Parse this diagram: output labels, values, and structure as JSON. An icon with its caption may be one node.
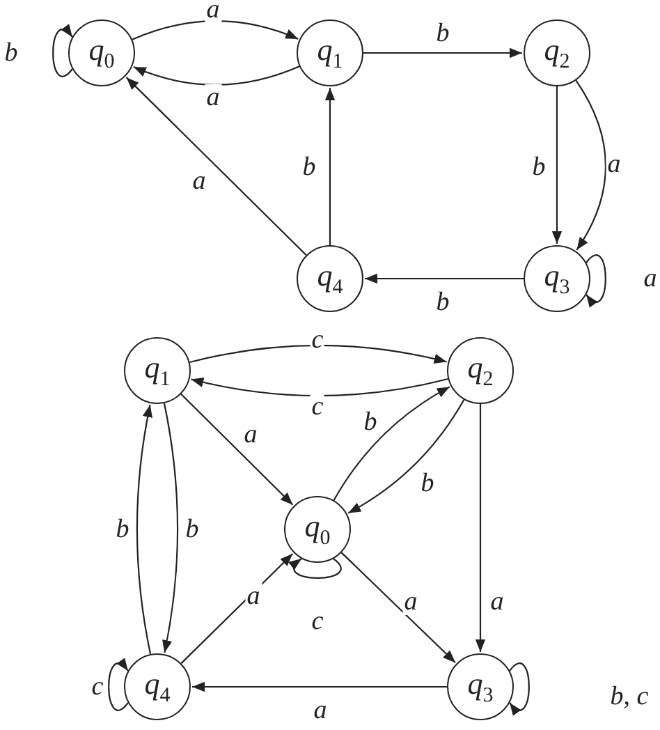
{
  "diagram": {
    "nodes": [
      {
        "text": [
          "q$_{0}$"
        ]
      },
      {
        "text": [
          "q$_{1}$"
        ]
      },
      {
        "text": [
          "q$_{2}$"
        ]
      },
      {
        "text": [
          "q$_{3}$"
        ]
      },
      {
        "text": [
          "q$_{4}$"
        ]
      },
      {
        "text": [
          "q$_{1}$"
        ]
      },
      {
        "text": [
          "q$_{2}$"
        ]
      },
      {
        "text": [
          "q$_{0}$"
        ]
      },
      {
        "text": [
          "q$_{4}$"
        ]
      },
      {
        "text": [
          "q$_{3}$"
        ]
      }
    ],
    "edges": [
      {
        "from": 0,
        "to": 0,
        "label": "b",
        "arrow": "to"
      },
      {
        "from": 0,
        "to": 1,
        "label": "a",
        "arrow": "to"
      },
      {
        "from": 1,
        "to": 0,
        "label": "a",
        "arrow": "to"
      },
      {
        "from": 1,
        "to": 2,
        "label": "b",
        "arrow": "to"
      },
      {
        "from": 2,
        "to": 3,
        "label": "b",
        "arrow": "to"
      },
      {
        "from": 2,
        "to": 3,
        "label": "a",
        "arrow": "to"
      },
      {
        "from": 3,
        "to": 3,
        "label": "a",
        "arrow": "to"
      },
      {
        "from": 3,
        "to": 4,
        "label": "b",
        "arrow": "to"
      },
      {
        "from": 4,
        "to": 1,
        "label": "b",
        "arrow": "to"
      },
      {
        "from": 4,
        "to": 0,
        "label": "a",
        "arrow": "to"
      },
      {
        "from": 5,
        "to": 6,
        "label": "c",
        "arrow": "to"
      },
      {
        "from": 6,
        "to": 5,
        "label": "c",
        "arrow": "to"
      },
      {
        "from": 5,
        "to": 7,
        "label": "a",
        "arrow": "to"
      },
      {
        "from": 7,
        "to": 6,
        "label": "b",
        "arrow": "to"
      },
      {
        "from": 6,
        "to": 7,
        "label": "b",
        "arrow": "to"
      },
      {
        "from": 7,
        "to": 7,
        "label": "c",
        "arrow": "to"
      },
      {
        "from": 7,
        "to": 9,
        "label": "a",
        "arrow": "to"
      },
      {
        "from": 6,
        "to": 9,
        "label": "a",
        "arrow": "to"
      },
      {
        "from": 9,
        "to": 9,
        "label": "b, c",
        "arrow": "to"
      },
      {
        "from": 9,
        "to": 8,
        "label": "a",
        "arrow": "to"
      },
      {
        "from": 8,
        "to": 7,
        "label": "a",
        "arrow": "to"
      },
      {
        "from": 8,
        "to": 5,
        "label": "b",
        "arrow": "to"
      },
      {
        "from": 5,
        "to": 8,
        "label": "b",
        "arrow": "to"
      },
      {
        "from": 8,
        "to": 8,
        "label": "c",
        "arrow": "to"
      }
    ]
  }
}
